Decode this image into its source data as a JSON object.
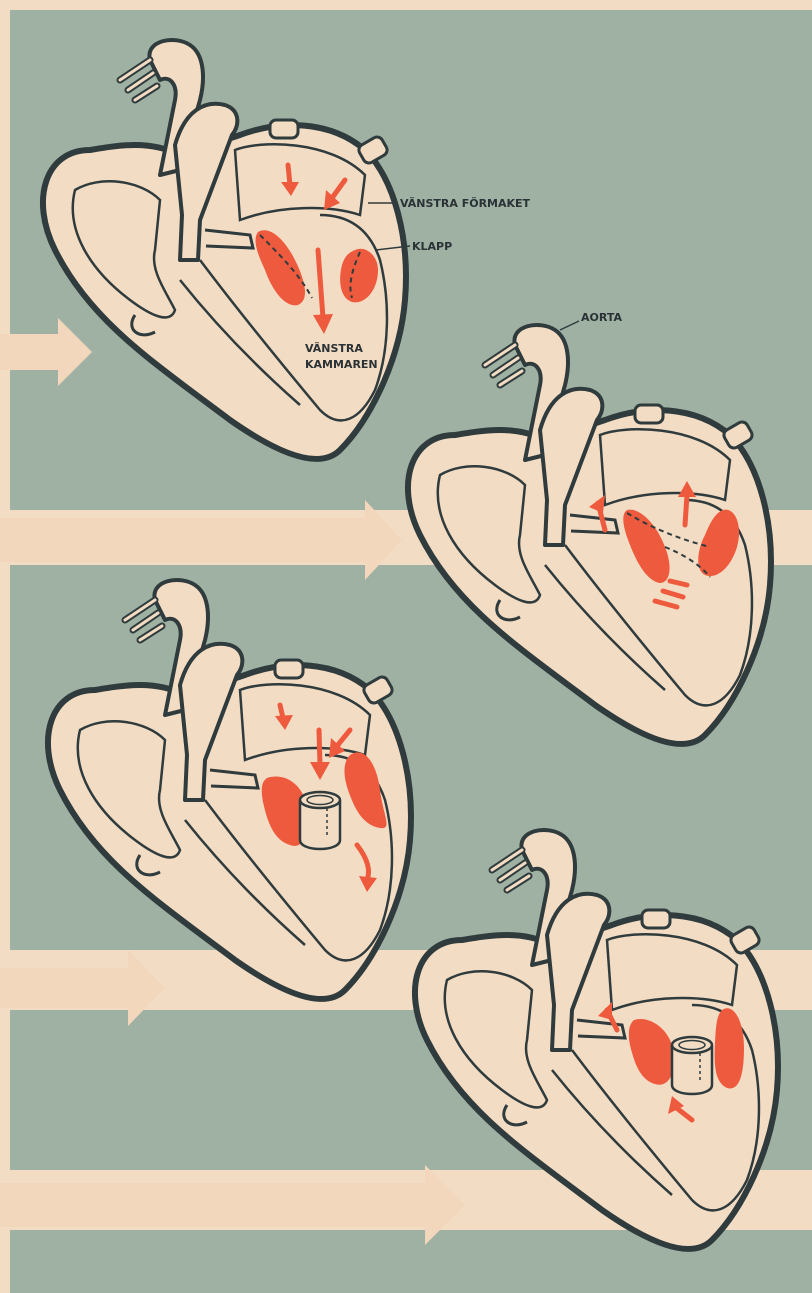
{
  "colors": {
    "background": "#9fb1a3",
    "paper": "#f3dcc4",
    "outline": "#2f3b3c",
    "blood": "#ee5a3d",
    "stripe": "#f2d7bd"
  },
  "labels": {
    "left_atrium": "VÄNSTRA FÖRMAKET",
    "valve": "KLAPP",
    "left_ventricle_line1": "VÄNSTRA",
    "left_ventricle_line2": "KAMMAREN",
    "aorta": "AORTA"
  },
  "panels": [
    {
      "name": "heart-diagram-normal-diastole",
      "valve": "flap",
      "flow": "filling"
    },
    {
      "name": "heart-diagram-normal-systole",
      "valve": "flap",
      "flow": "ejection"
    },
    {
      "name": "heart-diagram-artificial-valve-diastole",
      "valve": "tube",
      "flow": "filling"
    },
    {
      "name": "heart-diagram-artificial-valve-systole",
      "valve": "tube",
      "flow": "ejection"
    }
  ]
}
